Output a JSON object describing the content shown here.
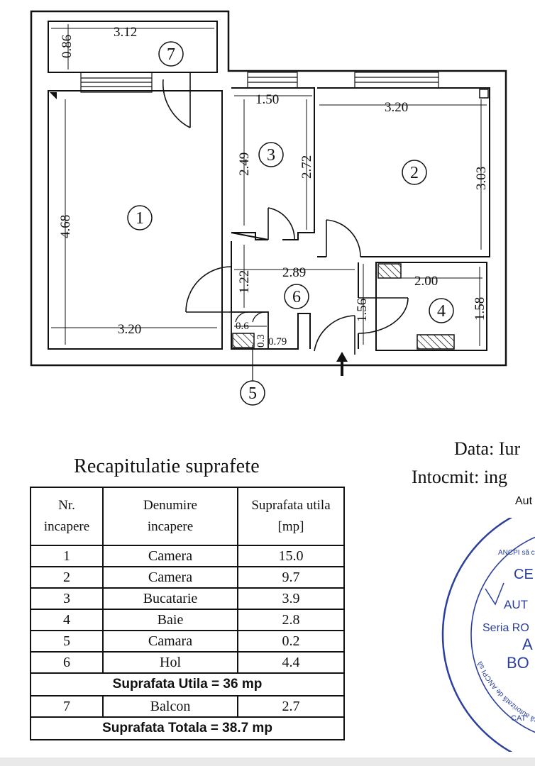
{
  "plan": {
    "dimensions": {
      "balcony_width": "3.12",
      "balcony_depth": "0.86",
      "room1_height": "4.68",
      "room1_width": "3.20",
      "room3_width": "1.50",
      "room3_height_a": "2.49",
      "room3_height_b": "2.72",
      "room2_width": "3.20",
      "room2_height": "3.03",
      "hall_width": "2.89",
      "hall_height": "1.22",
      "hall_depth": "1.56",
      "bath_width": "2.00",
      "bath_height": "1.58",
      "pantry_width": "0.6",
      "pantry_depth": "0.3",
      "pantry_gap": "0.79"
    },
    "room_numbers": {
      "r1": "1",
      "r2": "2",
      "r3": "3",
      "r4": "4",
      "r5": "5",
      "r6": "6",
      "r7": "7"
    }
  },
  "recap": {
    "title": "Recapitulatie suprafete",
    "headers": {
      "nr": [
        "Nr.",
        "incapere"
      ],
      "name": [
        "Denumire",
        "incapere"
      ],
      "area": [
        "Suprafata utila",
        "[mp]"
      ]
    },
    "rows": [
      {
        "nr": "1",
        "name": "Camera",
        "area": "15.0"
      },
      {
        "nr": "2",
        "name": "Camera",
        "area": "9.7"
      },
      {
        "nr": "3",
        "name": "Bucatarie",
        "area": "3.9"
      },
      {
        "nr": "4",
        "name": "Baie",
        "area": "2.8"
      },
      {
        "nr": "5",
        "name": "Camara",
        "area": "0.2"
      },
      {
        "nr": "6",
        "name": "Hol",
        "area": "4.4"
      }
    ],
    "usable_total": "Suprafata Utila  =  36 mp",
    "balcony_row": {
      "nr": "7",
      "name": "Balcon",
      "area": "2.7"
    },
    "grand_total": "Suprafata Totala  =  38.7 mp"
  },
  "meta": {
    "date_label": "Data:",
    "date_value": "Iur",
    "author_label": "Intocmit:",
    "author_value": "ing",
    "auth_fragment": "Aut"
  },
  "stamp": {
    "arc_text": "Persoana fizică autorizată de ANCPI să",
    "arc_abbrev": "ANCPI să c",
    "line1": "CE",
    "line2": "AUT",
    "line3": "Seria RO",
    "line4": "A",
    "line5": "BO",
    "bottom": "CAT",
    "color": "#2a3f9e"
  }
}
